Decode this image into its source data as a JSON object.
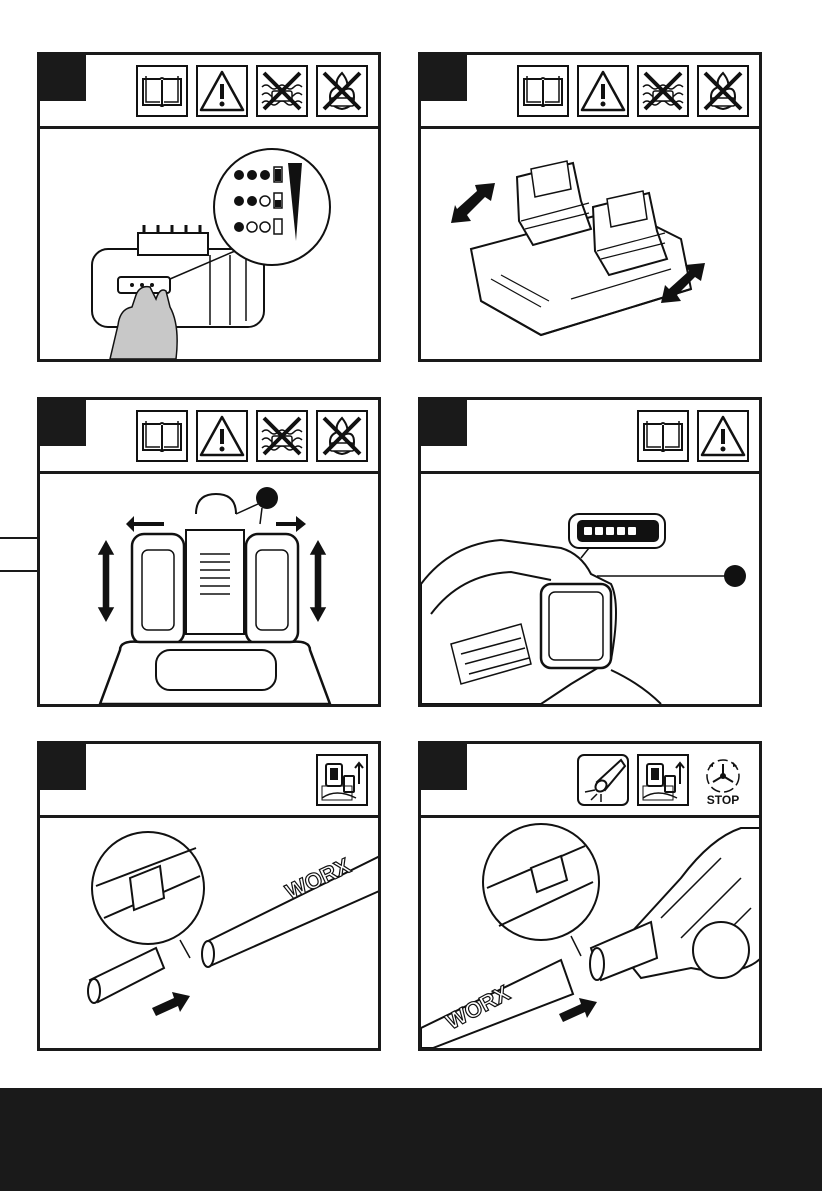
{
  "panels": [
    {
      "id": "p1",
      "icons": [
        "book-icon",
        "warning-icon",
        "no-water-icon",
        "no-fire-icon"
      ],
      "diagram": "battery-charge-indicator"
    },
    {
      "id": "p2",
      "icons": [
        "book-icon",
        "warning-icon",
        "no-water-icon",
        "no-fire-icon"
      ],
      "diagram": "dual-charger"
    },
    {
      "id": "p3",
      "icons": [
        "book-icon",
        "warning-icon",
        "no-water-icon",
        "no-fire-icon"
      ],
      "diagram": "battery-insertion"
    },
    {
      "id": "p4",
      "icons": [
        "book-icon",
        "warning-icon"
      ],
      "diagram": "tool-battery-indicator"
    },
    {
      "id": "p5",
      "icons": [
        "remove-battery-icon"
      ],
      "diagram": "nozzle-attach"
    },
    {
      "id": "p6",
      "icons": [
        "blow-direction-icon",
        "remove-battery-icon",
        "stop-rotation-icon"
      ],
      "diagram": "tube-attach"
    }
  ],
  "labels": {
    "stop": "STOP",
    "brand": "WORX"
  },
  "colors": {
    "ink": "#1a1a1a",
    "hand": "#c8c8c8",
    "footer": "#1a1a1a"
  }
}
